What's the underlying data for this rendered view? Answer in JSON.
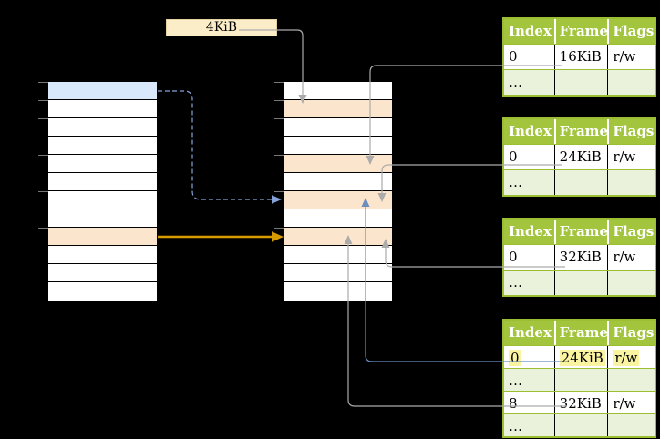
{
  "colors": {
    "background": "#000000",
    "row_white": "#ffffff",
    "row_blue": "#dae8fc",
    "row_orange": "#fce5cd",
    "label_box_fill": "#fcedc9",
    "label_box_border": "#e6d2a0",
    "table_header_green": "#a3c53e",
    "table_alt_row_green": "#eaf2dc",
    "table_border_green": "#9cbe33",
    "highlight_yellow": "#faf3a0",
    "arrow_gray": "#ababab",
    "arrow_blue": "#6c8ebf",
    "arrow_blue_dashed": "#85a3d8",
    "arrow_orange": "#d79b00"
  },
  "size_label": {
    "text": "4KiB"
  },
  "left_column": {
    "rows": [
      "blue",
      "white",
      "white",
      "white",
      "white",
      "white",
      "white",
      "white",
      "orange",
      "white",
      "white",
      "white"
    ]
  },
  "middle_column": {
    "rows": [
      "white",
      "orange",
      "white",
      "white",
      "orange",
      "white",
      "orange",
      "white",
      "orange",
      "white",
      "white",
      "white"
    ]
  },
  "page_tables": [
    {
      "headers": [
        "Index",
        "Frame",
        "Flags"
      ],
      "rows": [
        {
          "cells": [
            "0",
            "16KiB",
            "r/w"
          ],
          "variant": "white",
          "highlighted": false
        },
        {
          "cells": [
            "…",
            "",
            ""
          ],
          "variant": "green",
          "highlighted": false
        }
      ]
    },
    {
      "headers": [
        "Index",
        "Frame",
        "Flags"
      ],
      "rows": [
        {
          "cells": [
            "0",
            "24KiB",
            "r/w"
          ],
          "variant": "white",
          "highlighted": false
        },
        {
          "cells": [
            "…",
            "",
            ""
          ],
          "variant": "green",
          "highlighted": false
        }
      ]
    },
    {
      "headers": [
        "Index",
        "Frame",
        "Flags"
      ],
      "rows": [
        {
          "cells": [
            "0",
            "32KiB",
            "r/w"
          ],
          "variant": "white",
          "highlighted": false
        },
        {
          "cells": [
            "…",
            "",
            ""
          ],
          "variant": "green",
          "highlighted": false
        }
      ]
    },
    {
      "headers": [
        "Index",
        "Frame",
        "Flags"
      ],
      "rows": [
        {
          "cells": [
            "0",
            "24KiB",
            "r/w"
          ],
          "variant": "white",
          "highlighted": true
        },
        {
          "cells": [
            "…",
            "",
            ""
          ],
          "variant": "green",
          "highlighted": false
        },
        {
          "cells": [
            "8",
            "32KiB",
            "r/w"
          ],
          "variant": "white",
          "highlighted": false
        },
        {
          "cells": [
            "…",
            "",
            ""
          ],
          "variant": "green",
          "highlighted": false
        }
      ]
    }
  ]
}
